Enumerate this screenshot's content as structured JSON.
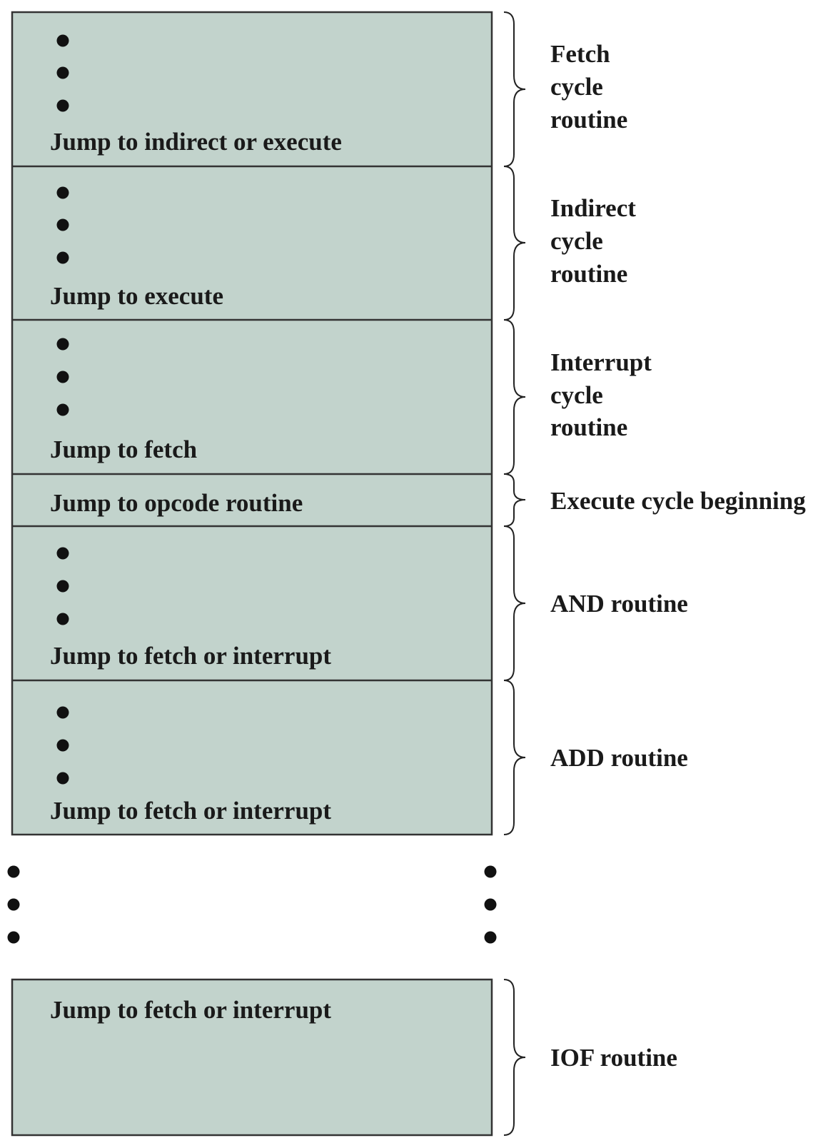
{
  "sections": [
    {
      "id": "fetch",
      "dots": true,
      "line": "Jump to indirect or execute",
      "label": [
        "Fetch",
        "cycle",
        "routine"
      ]
    },
    {
      "id": "indirect",
      "dots": true,
      "line": "Jump to execute",
      "label": [
        "Indirect",
        "cycle",
        "routine"
      ]
    },
    {
      "id": "interrupt",
      "dots": true,
      "line": "Jump to fetch",
      "label": [
        "Interrupt",
        "cycle",
        "routine"
      ]
    },
    {
      "id": "execute-begin",
      "dots": false,
      "line": "Jump to opcode routine",
      "label": [
        "Execute cycle beginning"
      ]
    },
    {
      "id": "and",
      "dots": true,
      "line": "Jump to fetch or interrupt",
      "label": [
        "AND routine"
      ]
    },
    {
      "id": "add",
      "dots": true,
      "line": "Jump to fetch or interrupt",
      "label": [
        "ADD routine"
      ]
    }
  ],
  "final_section": {
    "id": "iof",
    "line": "Jump to fetch or interrupt",
    "label": [
      "IOF routine"
    ]
  },
  "colors": {
    "block_fill": "#c2d3cc",
    "border": "#333333",
    "text": "#1a1a1a"
  }
}
